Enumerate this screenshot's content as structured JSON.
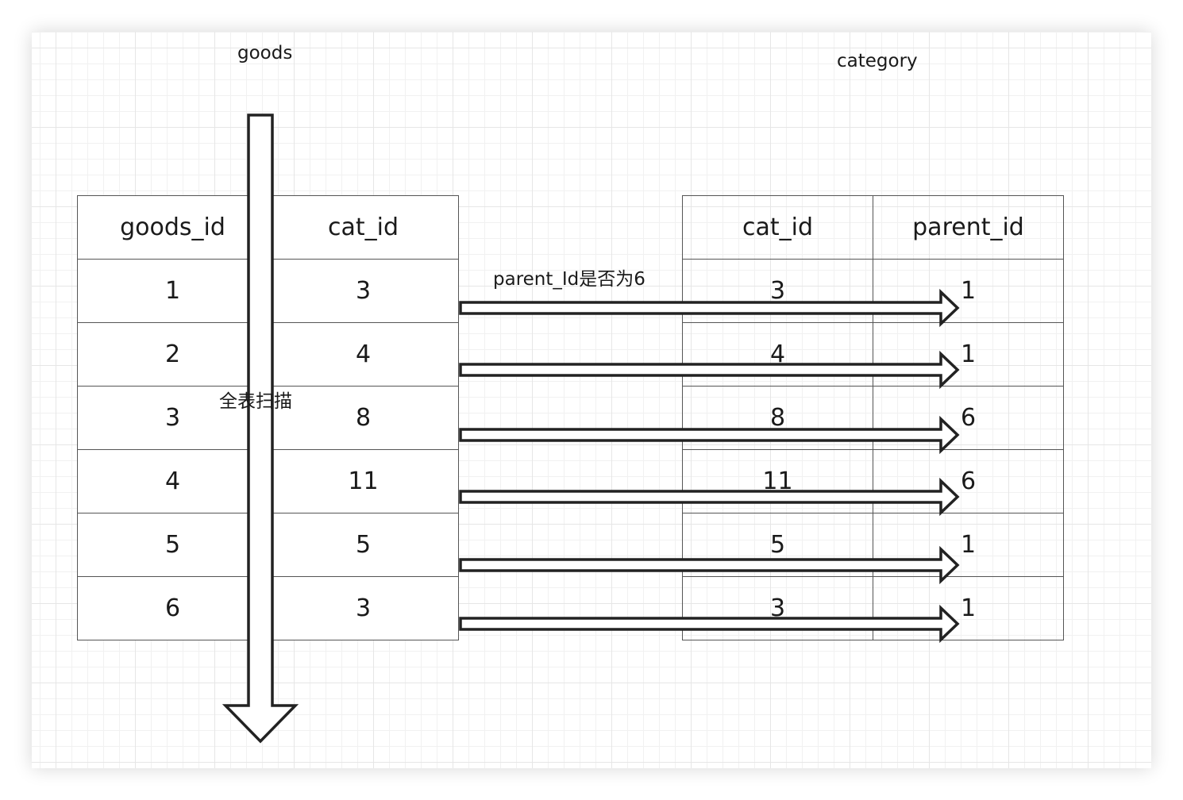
{
  "goods_table": {
    "title": "goods",
    "columns": [
      "goods_id",
      "cat_id"
    ],
    "rows": [
      [
        "1",
        "3"
      ],
      [
        "2",
        "4"
      ],
      [
        "3",
        "8"
      ],
      [
        "4",
        "11"
      ],
      [
        "5",
        "5"
      ],
      [
        "6",
        "3"
      ]
    ]
  },
  "category_table": {
    "title": "category",
    "columns": [
      "cat_id",
      "parent_id"
    ],
    "rows": [
      [
        "3",
        "1"
      ],
      [
        "4",
        "1"
      ],
      [
        "8",
        "6"
      ],
      [
        "11",
        "6"
      ],
      [
        "5",
        "1"
      ],
      [
        "3",
        "1"
      ]
    ]
  },
  "labels": {
    "scan": "全表扫描",
    "check": "parent_Id是否为6"
  },
  "colors": {
    "arrow_stroke": "#222222",
    "grid_line": "#e6e6e6",
    "table_border": "#555555"
  }
}
